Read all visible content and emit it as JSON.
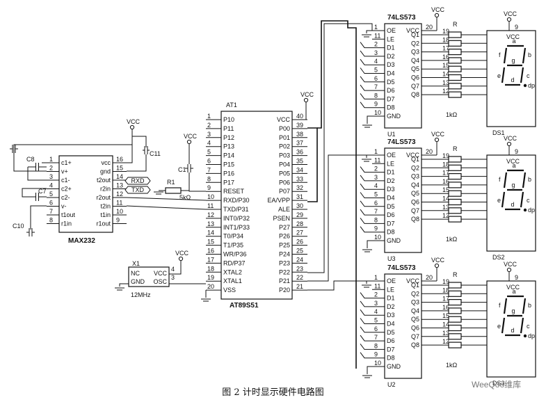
{
  "caption": "图 2  计时显示硬件电路图",
  "watermark": "WeeQoo维库",
  "vcc": "VCC",
  "mcu": {
    "ref": "AT1",
    "part": "AT89S51",
    "left": [
      {
        "n": "1",
        "l": "P10"
      },
      {
        "n": "2",
        "l": "P11"
      },
      {
        "n": "3",
        "l": "P12"
      },
      {
        "n": "4",
        "l": "P13"
      },
      {
        "n": "5",
        "l": "P14"
      },
      {
        "n": "6",
        "l": "P15"
      },
      {
        "n": "7",
        "l": "P16"
      },
      {
        "n": "8",
        "l": "P17"
      },
      {
        "n": "9",
        "l": "RESET"
      },
      {
        "n": "10",
        "l": "RXD/P30"
      },
      {
        "n": "11",
        "l": "TXD/P31"
      },
      {
        "n": "12",
        "l": "INT0/P32"
      },
      {
        "n": "13",
        "l": "INT1/P33"
      },
      {
        "n": "14",
        "l": "T0/P34"
      },
      {
        "n": "15",
        "l": "T1/P35"
      },
      {
        "n": "16",
        "l": "WR/P36"
      },
      {
        "n": "17",
        "l": "RD/P37"
      },
      {
        "n": "18",
        "l": "XTAL2"
      },
      {
        "n": "19",
        "l": "XTAL1"
      },
      {
        "n": "20",
        "l": "VSS"
      }
    ],
    "right": [
      {
        "n": "40",
        "l": "VCC"
      },
      {
        "n": "39",
        "l": "P00"
      },
      {
        "n": "38",
        "l": "P01"
      },
      {
        "n": "37",
        "l": "P02"
      },
      {
        "n": "36",
        "l": "P03"
      },
      {
        "n": "35",
        "l": "P04"
      },
      {
        "n": "34",
        "l": "P05"
      },
      {
        "n": "33",
        "l": "P06"
      },
      {
        "n": "32",
        "l": "P07"
      },
      {
        "n": "31",
        "l": "EA/VPP"
      },
      {
        "n": "30",
        "l": "ALE"
      },
      {
        "n": "29",
        "l": "PSEN"
      },
      {
        "n": "28",
        "l": "P27"
      },
      {
        "n": "27",
        "l": "P26"
      },
      {
        "n": "26",
        "l": "P25"
      },
      {
        "n": "25",
        "l": "P24"
      },
      {
        "n": "24",
        "l": "P23"
      },
      {
        "n": "23",
        "l": "P22"
      },
      {
        "n": "22",
        "l": "P21"
      },
      {
        "n": "21",
        "l": "P20"
      }
    ]
  },
  "max232": {
    "part": "MAX232",
    "left": [
      {
        "n": "1",
        "l": "c1+"
      },
      {
        "n": "2",
        "l": "v+"
      },
      {
        "n": "3",
        "l": "c1-"
      },
      {
        "n": "4",
        "l": "c2+"
      },
      {
        "n": "5",
        "l": "c2-"
      },
      {
        "n": "6",
        "l": "v-"
      },
      {
        "n": "7",
        "l": "t1out"
      },
      {
        "n": "8",
        "l": "r1in"
      }
    ],
    "right": [
      {
        "n": "16",
        "l": "vcc"
      },
      {
        "n": "15",
        "l": "gnd"
      },
      {
        "n": "14",
        "l": "t2out"
      },
      {
        "n": "13",
        "l": "r2in"
      },
      {
        "n": "12",
        "l": "r2out"
      },
      {
        "n": "11",
        "l": "t2in"
      },
      {
        "n": "10",
        "l": "t1in"
      },
      {
        "n": "9",
        "l": "r1out"
      }
    ]
  },
  "signals": {
    "rxd": "RXD",
    "txd": "TXD"
  },
  "caps": {
    "c8": "C8",
    "c7": "C7",
    "c10": "C10",
    "c11": "C11",
    "c1": "C1"
  },
  "reset_res": {
    "ref": "R1",
    "val": "5kΩ"
  },
  "osc": {
    "ref": "X1",
    "pins_left": [
      "NC",
      "GND"
    ],
    "pins_right": [
      "VCC",
      "OSC"
    ],
    "pin_vcc": "4",
    "pin_osc": "3",
    "freq": "12MHz"
  },
  "latch": {
    "part": "74LS573",
    "units": [
      "U1",
      "U3",
      "U2"
    ],
    "left": [
      {
        "n": "1",
        "l": "OE"
      },
      {
        "n": "11",
        "l": "LE"
      },
      {
        "n": "2",
        "l": "D1"
      },
      {
        "n": "3",
        "l": "D2"
      },
      {
        "n": "4",
        "l": "D3"
      },
      {
        "n": "5",
        "l": "D4"
      },
      {
        "n": "6",
        "l": "D5"
      },
      {
        "n": "7",
        "l": "D6"
      },
      {
        "n": "8",
        "l": "D7"
      },
      {
        "n": "9",
        "l": "D8"
      },
      {
        "n": "10",
        "l": "GND"
      }
    ],
    "vcc_pin": "20",
    "right": [
      {
        "n": "19",
        "l": "Q1"
      },
      {
        "n": "18",
        "l": "Q2"
      },
      {
        "n": "17",
        "l": "Q3"
      },
      {
        "n": "16",
        "l": "Q4"
      },
      {
        "n": "15",
        "l": "Q5"
      },
      {
        "n": "14",
        "l": "Q6"
      },
      {
        "n": "13",
        "l": "Q7"
      },
      {
        "n": "12",
        "l": "Q8"
      }
    ]
  },
  "resistor_label": "R",
  "resistor_value": "1kΩ",
  "display": {
    "refs": [
      "DS1",
      "DS2",
      "DS3"
    ],
    "pin": "9",
    "segments": [
      "a",
      "b",
      "c",
      "d",
      "e",
      "f",
      "g",
      "dp"
    ]
  }
}
